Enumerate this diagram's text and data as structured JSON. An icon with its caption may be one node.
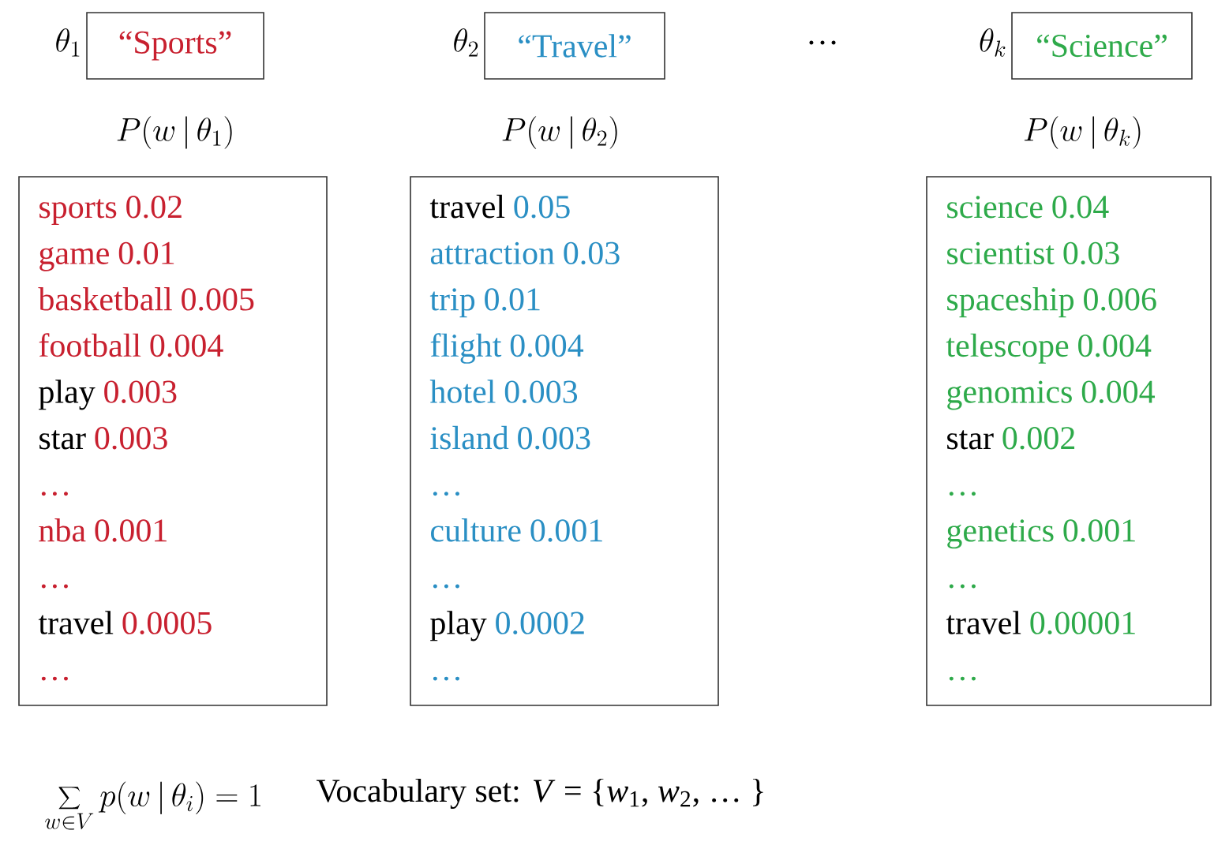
{
  "diagram": {
    "nodes": [
      {
        "text": [
          "“Sports”"
        ],
        "beside": [
          "\\theta_1",
          "P(w\\,|\\,\\theta_1)"
        ]
      },
      {
        "text": [
          "“Travel”"
        ],
        "beside": [
          "\\theta_2",
          "P(w\\,|\\,\\theta_2)"
        ]
      },
      {
        "text": [
          "“Science”"
        ],
        "beside": [
          "\\theta_k",
          "P(w\\,|\\,\\theta_k)"
        ]
      },
      {
        "text": [
          "sports",
          "0.02",
          "game",
          "0.01",
          "basketball",
          "0.005",
          "football",
          "0.004",
          "play",
          "0.003",
          "star",
          "0.003",
          "…",
          "nba",
          "0.001",
          "…",
          "travel",
          "0.0005",
          "…"
        ]
      },
      {
        "text": [
          "travel",
          "0.05",
          "attraction",
          "0.03",
          "trip",
          "0.01",
          "flight",
          "0.004",
          "hotel",
          "0.003",
          "island",
          "0.003",
          "…",
          "culture",
          "0.001",
          "…",
          "play",
          "0.0002",
          "…"
        ]
      },
      {
        "text": [
          "science",
          "0.04",
          "scientist",
          "0.03",
          "spaceship",
          "0.006",
          "telescope",
          "0.004",
          "genomics",
          "0.004",
          "star",
          "0.002",
          "…",
          "genetics",
          "0.001",
          "…",
          "travel",
          "0.00001",
          "…"
        ]
      }
    ],
    "labels": [
      "…",
      "\\sum_{w\\in V} p(w\\,|\\,\\theta_i) = 1",
      "Vocabulary set: *V* = {*w*$_{1}$, *w*$_{2}$, … }"
    ]
  }
}
